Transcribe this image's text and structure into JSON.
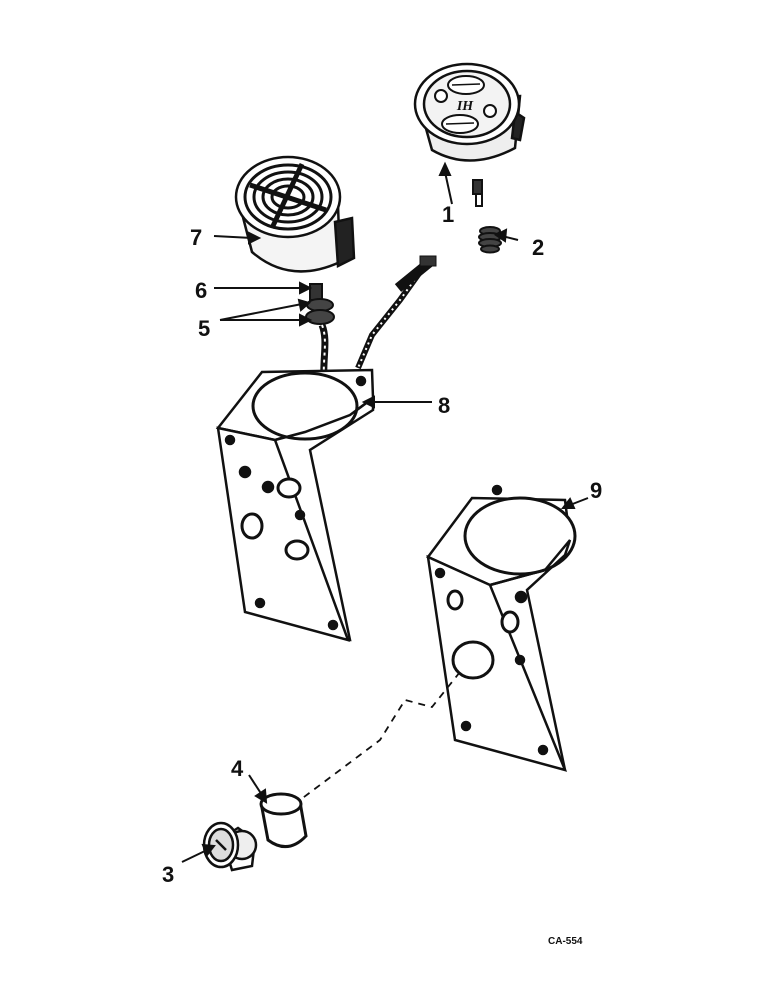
{
  "callouts": {
    "c1": "1",
    "c2": "2",
    "c3": "3",
    "c4": "4",
    "c5": "5",
    "c6": "6",
    "c7": "7",
    "c8": "8",
    "c9": "9"
  },
  "drawing_code": "CA-554",
  "gauge_logo": "IH"
}
